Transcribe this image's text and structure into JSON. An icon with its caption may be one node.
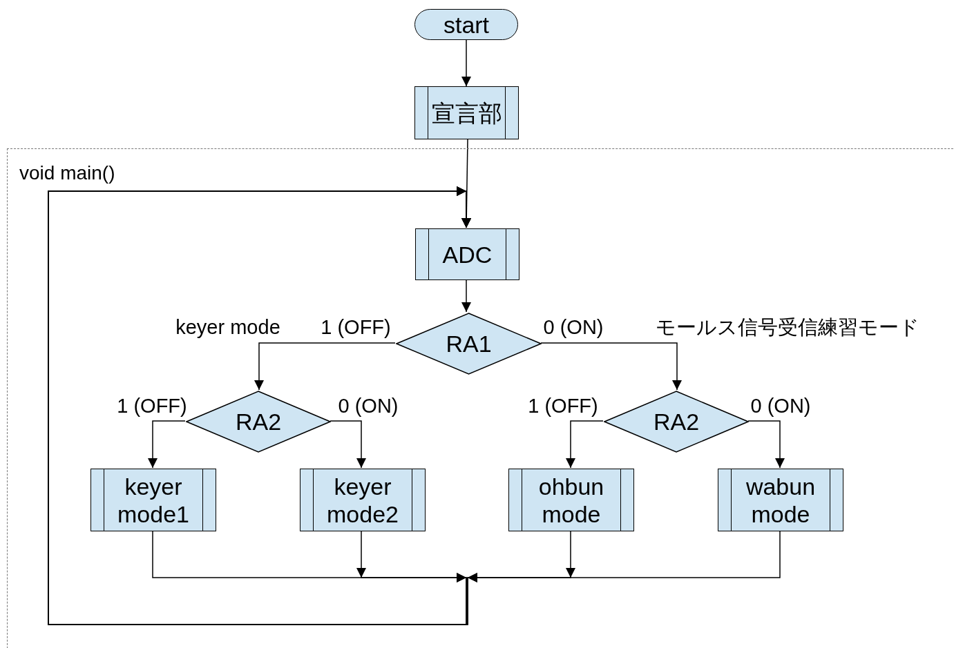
{
  "diagram": {
    "nodes": [
      {
        "text": [
          "start"
        ]
      },
      {
        "text": [
          "宣言部"
        ]
      },
      {
        "text": [
          "void main()"
        ]
      },
      {
        "text": [
          "ADC"
        ],
        "in": 2
      },
      {
        "text": [
          "RA1"
        ],
        "in": 2
      },
      {
        "text": [
          "RA2"
        ],
        "in": 2
      },
      {
        "text": [
          "RA2"
        ],
        "in": 2
      },
      {
        "text": [
          "keyer mode1"
        ],
        "in": 2
      },
      {
        "text": [
          "keyer mode2"
        ],
        "in": 2
      },
      {
        "text": [
          "ohbun mode"
        ],
        "in": 2
      },
      {
        "text": [
          "wabun mode"
        ],
        "in": 2
      }
    ],
    "edges": [
      {
        "from": 0,
        "to": 1,
        "arrow": "to"
      },
      {
        "from": 1,
        "to": 3,
        "arrow": "to"
      },
      {
        "from": 3,
        "to": 4,
        "arrow": "to"
      },
      {
        "from": 4,
        "to": 5,
        "arrow": "to",
        "label": "1 (OFF)"
      },
      {
        "from": 4,
        "to": 6,
        "arrow": "to",
        "label": "0 (ON)"
      },
      {
        "from": 5,
        "to": 7,
        "arrow": "to",
        "label": "1 (OFF)"
      },
      {
        "from": 5,
        "to": 8,
        "arrow": "to",
        "label": "0 (ON)"
      },
      {
        "from": 6,
        "to": 9,
        "arrow": "to",
        "label": "1 (OFF)"
      },
      {
        "from": 6,
        "to": 10,
        "arrow": "to",
        "label": "0 (ON)"
      },
      {
        "from": 7,
        "to": 3,
        "arrow": "to"
      },
      {
        "from": 8,
        "to": 3,
        "arrow": "to"
      },
      {
        "from": 9,
        "to": 3,
        "arrow": "to"
      },
      {
        "from": 10,
        "to": 3,
        "arrow": "to"
      }
    ],
    "labels": [
      "keyer mode",
      "モールス信号受信練習モード"
    ]
  }
}
